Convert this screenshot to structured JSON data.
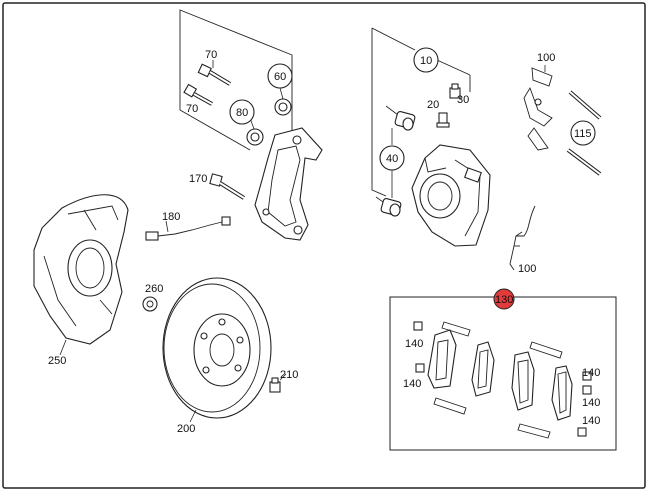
{
  "labels": {
    "l70a": "70",
    "l60": "60",
    "l70b": "70",
    "l80": "80",
    "l10": "10",
    "l30": "30",
    "l20": "20",
    "l40": "40",
    "l100a": "100",
    "l115": "115",
    "l100b": "100",
    "l170": "170",
    "l180": "180",
    "l260": "260",
    "l250": "250",
    "l200": "200",
    "l210": "210",
    "l130": "130",
    "l140a": "140",
    "l140b": "140",
    "l140c": "140",
    "l140d": "140",
    "l140e": "140"
  },
  "colors": {
    "highlight": "#e23b3b",
    "line": "#222222",
    "background": "#ffffff"
  }
}
